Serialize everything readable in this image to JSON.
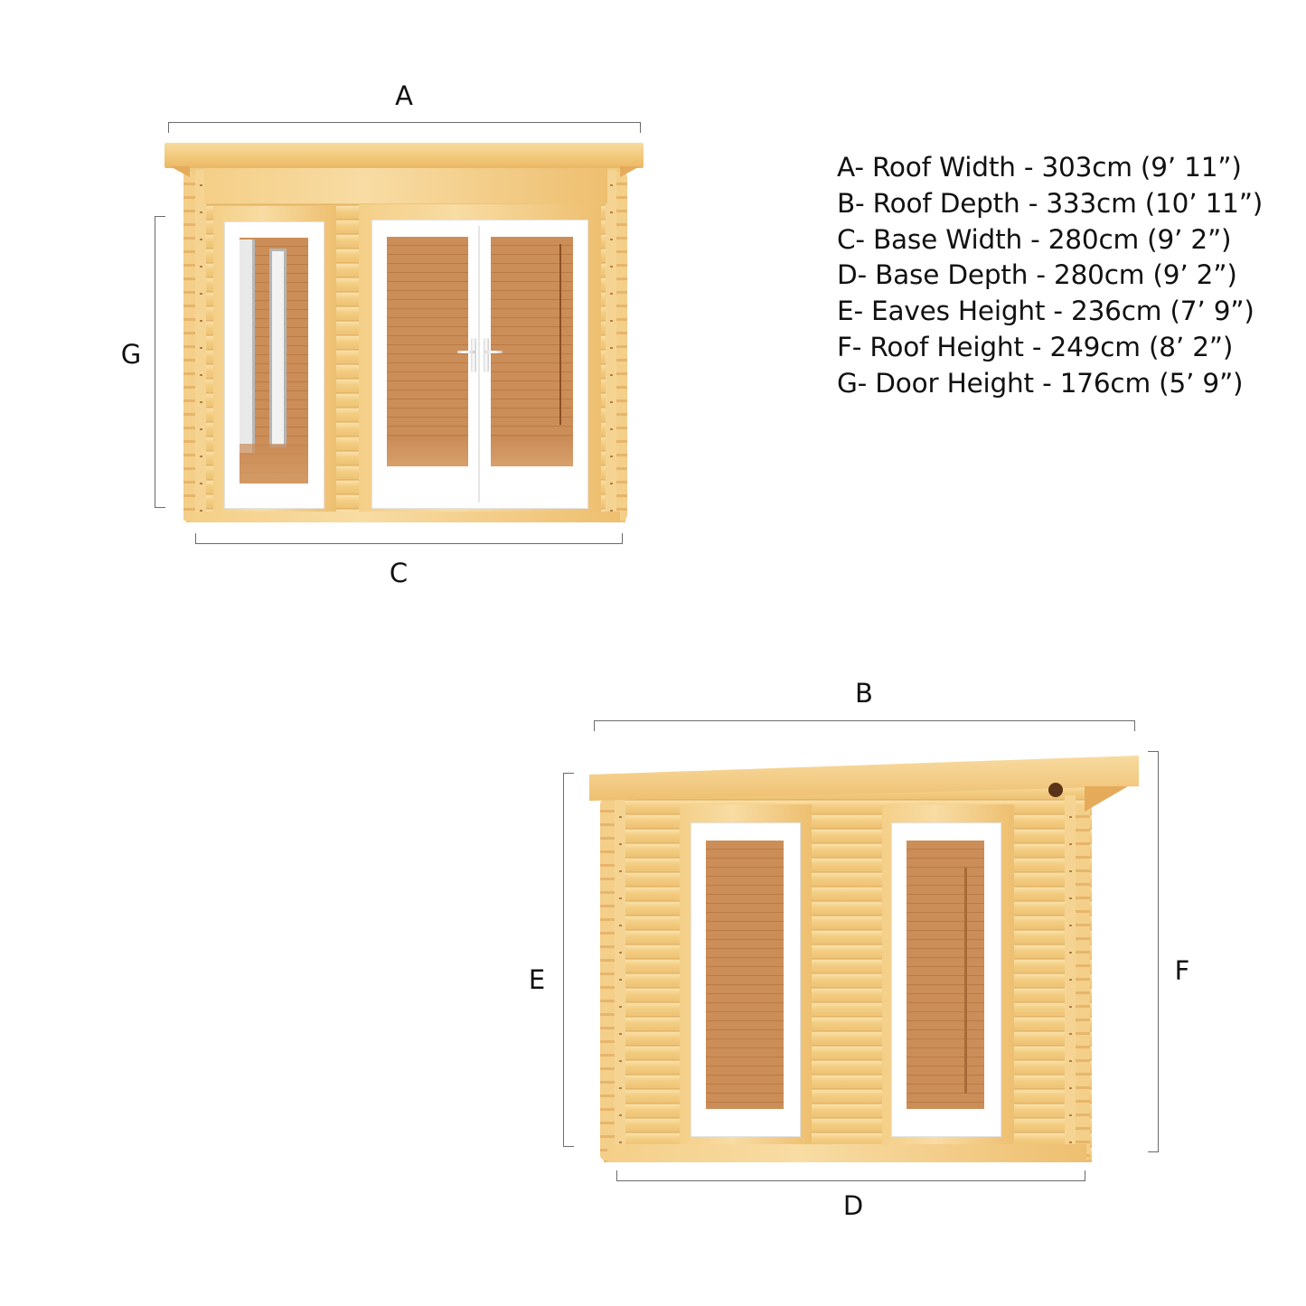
{
  "front_view": {
    "label_top": "A",
    "label_bottom": "C",
    "label_left": "G"
  },
  "side_view": {
    "label_top": "B",
    "label_bottom": "D",
    "label_left": "E",
    "label_right": "F"
  },
  "legend": {
    "items": [
      {
        "key": "A",
        "text": "A- Roof Width - 303cm (9’ 11”)"
      },
      {
        "key": "B",
        "text": "B- Roof Depth - 333cm (10’ 11”)"
      },
      {
        "key": "C",
        "text": "C- Base Width - 280cm (9’ 2”)"
      },
      {
        "key": "D",
        "text": "D- Base Depth - 280cm (9’ 2”)"
      },
      {
        "key": "E",
        "text": "E- Eaves Height - 236cm (7’ 9”)"
      },
      {
        "key": "F",
        "text": "F- Roof Height - 249cm (8’ 2”)"
      },
      {
        "key": "G",
        "text": "G- Door Height - 176cm (5’ 9”)"
      }
    ]
  },
  "colors": {
    "wood": "#f3cd82",
    "wood_dark": "#e9b866",
    "interior": "#c9884f",
    "frame": "#ffffff",
    "dimension_line": "#6b6b6b",
    "text": "#111111"
  }
}
